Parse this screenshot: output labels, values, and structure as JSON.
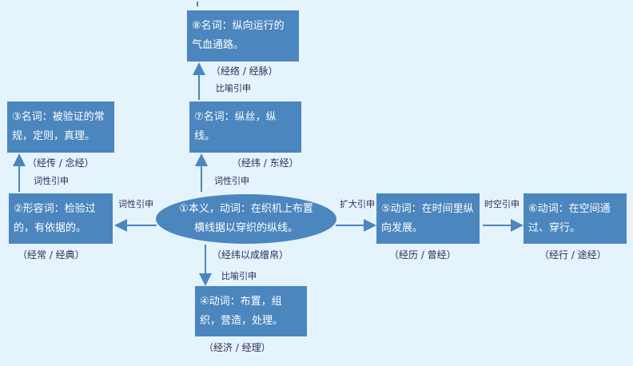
{
  "nodes": {
    "n1": "①本义，动词：在织机上布置横线据以穿织的纵线。",
    "n2": "②形容词：检验过的，有依据的。",
    "n3": "③名词：被验证的常规，定则，真理。",
    "n4": "④动词：布置，组织，营造，处理。",
    "n5": "⑤动词：在时间里纵向发展。",
    "n6": "⑥动词：在空间通过、穿行。",
    "n7": "⑦名词：纵丝，纵线。",
    "n8": "⑧名词：纵向运行的气血通路。"
  },
  "examples": {
    "n1": "（经纬以成缯帛）",
    "n2": "（经常 / 经典）",
    "n3": "（经传 / 念经）",
    "n4": "（经济 / 经理）",
    "n5": "（经历 / 曾经）",
    "n6": "（经行 / 途经）",
    "n7": "（经纬 / 东经）",
    "n8": "（经络 / 经脉）"
  },
  "edges": {
    "e1_2": "词性引申",
    "e2_3": "词性引申",
    "e1_7": "词性引申",
    "e7_8": "比喻引申",
    "e1_4": "比喻引申",
    "e1_5": "扩大引申",
    "e5_6": "时空引申"
  }
}
